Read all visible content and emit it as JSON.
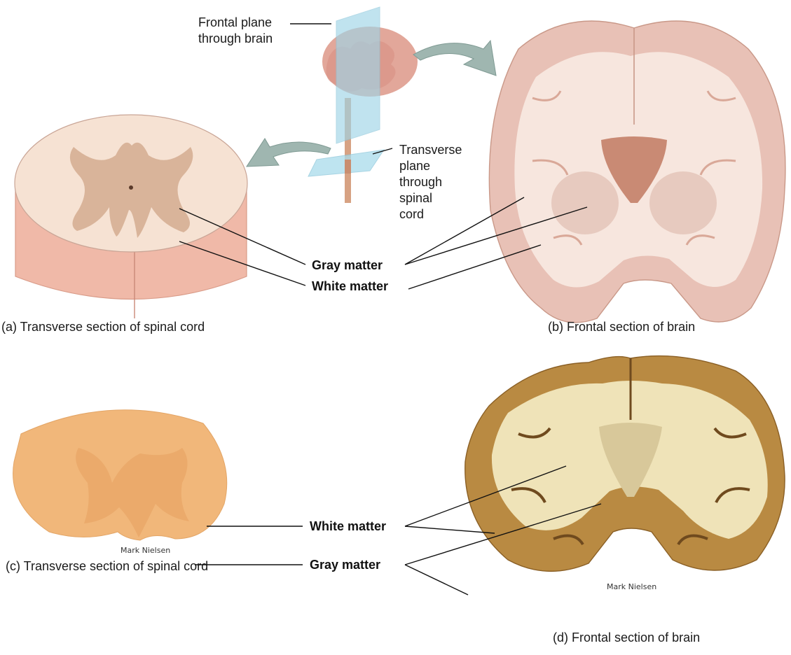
{
  "top_labels": {
    "frontal_plane": [
      "Frontal plane",
      "through brain"
    ],
    "transverse_plane": [
      "Transverse",
      "plane",
      "through",
      "spinal",
      "cord"
    ]
  },
  "panel_a": {
    "gray_matter": "Gray matter",
    "white_matter": "White matter",
    "caption": "(a) Transverse section of spinal cord"
  },
  "panel_b": {
    "caption": "(b) Frontal section of brain"
  },
  "panel_c": {
    "credit": "Mark Nielsen",
    "caption": "(c) Transverse section of spinal cord"
  },
  "panel_d": {
    "white_matter": "White matter",
    "gray_matter": "Gray matter",
    "credit": "Mark Nielsen",
    "caption": "(d) Frontal section of brain"
  },
  "colors": {
    "white_matter_illus": "#f6e2d3",
    "gray_matter_illus": "#d9b49a",
    "cortex_illus": "#e8c1b6",
    "arrow": "#9fb6b0",
    "plane": "#bfe3ee",
    "cord_photo": "#f1b77a",
    "brain_photo_white": "#efe3b8",
    "brain_photo_gray": "#b98a42"
  }
}
